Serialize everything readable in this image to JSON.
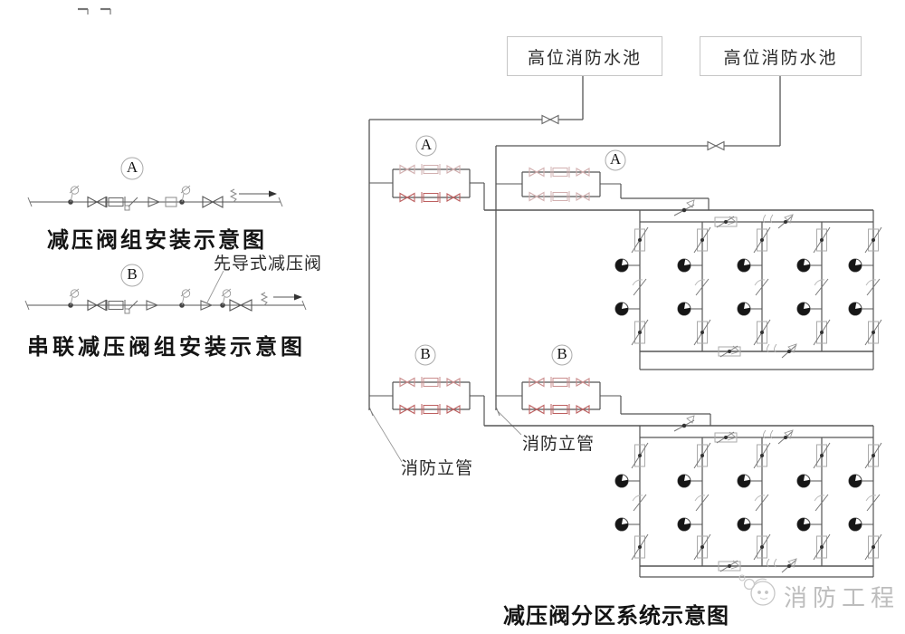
{
  "left_panel": {
    "tag_a": "A",
    "title_a": "减压阀组安装示意图",
    "tag_b": "B",
    "pilot_valve_callout": "先导式减压阀",
    "title_b": "串联减压阀组安装示意图"
  },
  "system": {
    "tank_left": "高位消防水池",
    "tank_right": "高位消防水池",
    "tag_a_left": "A",
    "tag_a_right": "A",
    "tag_b_left": "B",
    "tag_b_right": "B",
    "riser_label_left": "消防立管",
    "riser_label_right": "消防立管",
    "title": "减压阀分区系统示意图"
  },
  "watermark": {
    "text": "消防工程"
  },
  "colors": {
    "line": "#555555",
    "light_gray": "#9a9a9a",
    "valve_pink": "#d2b0b0",
    "valve_salmon": "#ca8d8d",
    "valve_red": "#bd6060",
    "watermark_gray": "#c7c7c7"
  }
}
